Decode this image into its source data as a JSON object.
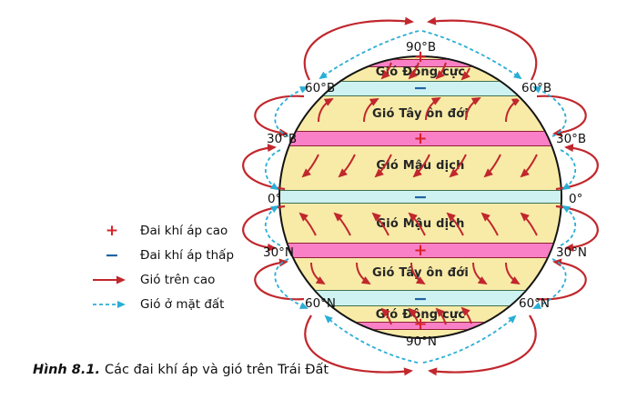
{
  "figure": {
    "caption_label": "Hình 8.1.",
    "caption_text": "Các đai khí áp và gió trên Trái Đất"
  },
  "legend": {
    "high_pressure_label": "Đai khí áp cao",
    "low_pressure_label": "Đai khí áp thấp",
    "upper_wind_label": "Gió trên cao",
    "surface_wind_label": "Gió ở mặt đất"
  },
  "globe": {
    "pressure_symbols": {
      "high": "+",
      "low": "−"
    },
    "wind_belts": {
      "polar_north": "Gió Đông cực",
      "westerlies_north": "Gió Tây ôn đới",
      "trades_north": "Gió Mậu dịch",
      "trades_south": "Gió Mậu dịch",
      "westerlies_south": "Gió Tây ôn đới",
      "polar_south": "Gió Đông cực"
    },
    "latitudes": {
      "n90": "90°B",
      "n60": "60°B",
      "n30": "30°B",
      "eq": "0°",
      "s30": "30°N",
      "s60": "60°N",
      "s90": "90°N"
    }
  },
  "colors": {
    "band_yellow": "#f8eba7",
    "band_cyan": "#cef2f2",
    "band_pink": "#f97fc6",
    "upper_wind_red": "#c1272d",
    "surface_wind_cyan": "#2aaed6",
    "low_pressure_blue": "#2064a4",
    "high_pressure_red": "#d6232a"
  }
}
